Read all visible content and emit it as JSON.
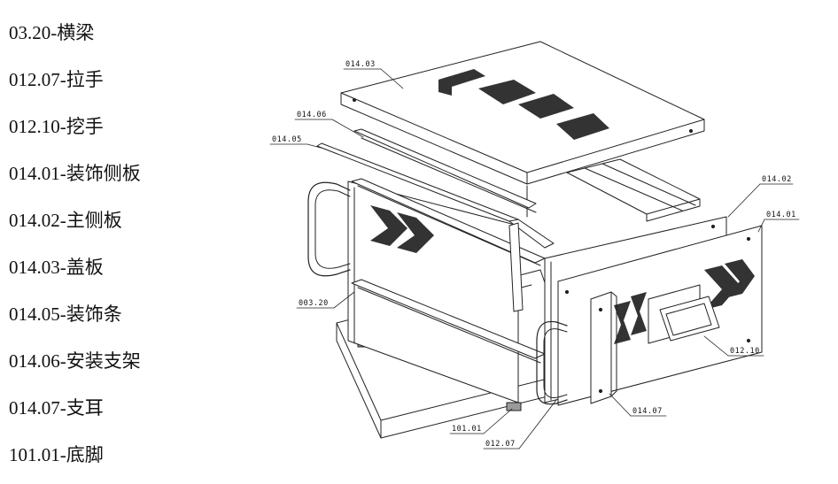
{
  "legend": [
    {
      "label": "03.20-横梁"
    },
    {
      "label": "012.07-拉手"
    },
    {
      "label": "012.10-挖手"
    },
    {
      "label": "014.01-装饰侧板"
    },
    {
      "label": "014.02-主侧板"
    },
    {
      "label": "014.03-盖板"
    },
    {
      "label": "014.05-装饰条"
    },
    {
      "label": "014.06-安装支架"
    },
    {
      "label": "014.07-支耳"
    },
    {
      "label": "101.01-底脚"
    }
  ],
  "callouts": {
    "c01403": "014.03",
    "c01406": "014.06",
    "c01405": "014.05",
    "c01402": "014.02",
    "c01401": "014.01",
    "c00320": "003.20",
    "c01210": "012.10",
    "c01407": "014.07",
    "c10101": "101.01",
    "c01207": "012.07"
  }
}
